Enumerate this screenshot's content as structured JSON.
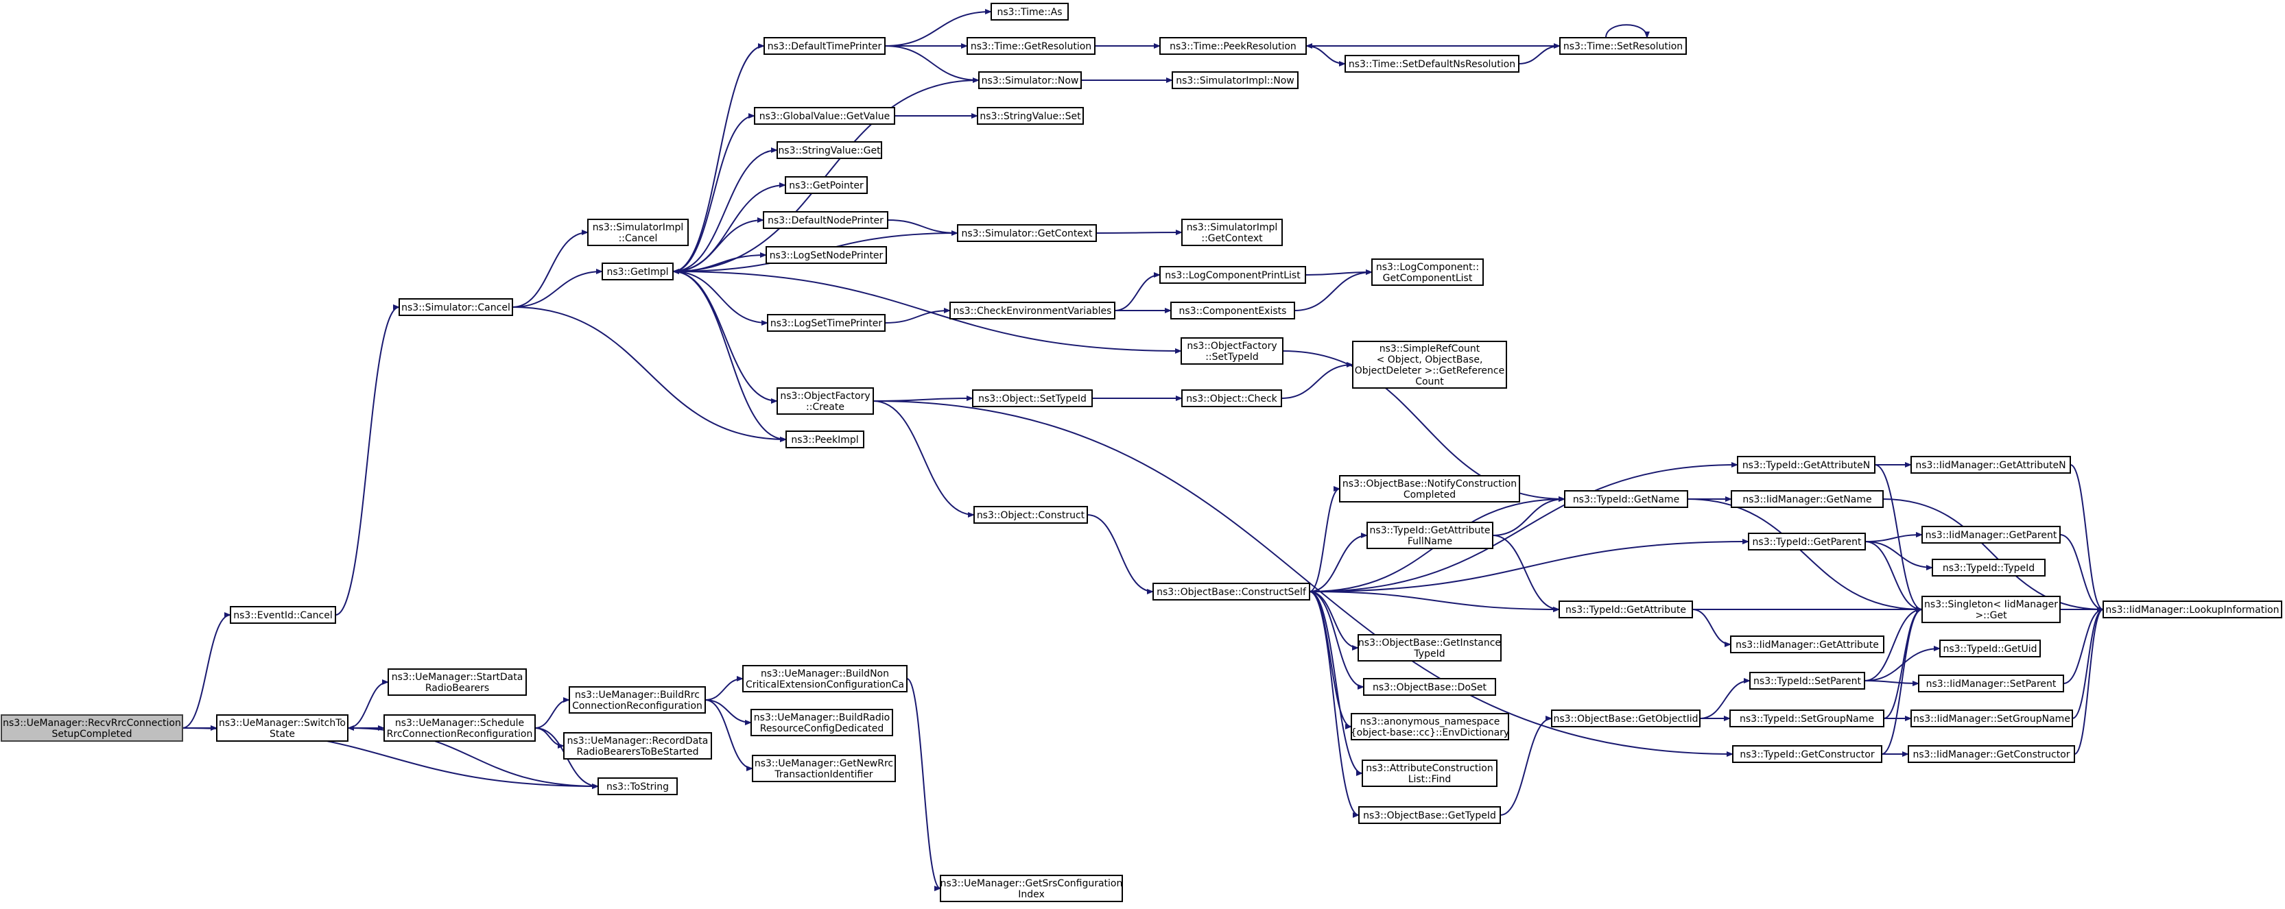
{
  "nodes": [
    {
      "id": "root",
      "lines": [
        "ns3::UeManager::RecvRrcConnection",
        "SetupCompleted"
      ]
    },
    {
      "id": "switchto",
      "lines": [
        "ns3::UeManager::SwitchTo",
        "State"
      ]
    },
    {
      "id": "eventid",
      "lines": [
        "ns3::EventId::Cancel"
      ]
    },
    {
      "id": "startdata",
      "lines": [
        "ns3::UeManager::StartData",
        "RadioBearers"
      ]
    },
    {
      "id": "schedule",
      "lines": [
        "ns3::UeManager::Schedule",
        "RrcConnectionReconfiguration"
      ]
    },
    {
      "id": "tostring",
      "lines": [
        "ns3::ToString"
      ]
    },
    {
      "id": "buildrrc",
      "lines": [
        "ns3::UeManager::BuildRrc",
        "ConnectionReconfiguration"
      ]
    },
    {
      "id": "recorddata",
      "lines": [
        "ns3::UeManager::RecordData",
        "RadioBearersToBeStarted"
      ]
    },
    {
      "id": "buildnon",
      "lines": [
        "ns3::UeManager::BuildNon",
        "CriticalExtensionConfigurationCa"
      ]
    },
    {
      "id": "buildradio",
      "lines": [
        "ns3::UeManager::BuildRadio",
        "ResourceConfigDedicated"
      ]
    },
    {
      "id": "getnewrrc",
      "lines": [
        "ns3::UeManager::GetNewRrc",
        "TransactionIdentifier"
      ]
    },
    {
      "id": "getsrs",
      "lines": [
        "ns3::UeManager::GetSrsConfiguration",
        "Index"
      ]
    },
    {
      "id": "simcancel",
      "lines": [
        "ns3::Simulator::Cancel"
      ]
    },
    {
      "id": "simimplcancel",
      "lines": [
        "ns3::SimulatorImpl",
        "::Cancel"
      ]
    },
    {
      "id": "getimpl",
      "lines": [
        "ns3::GetImpl"
      ]
    },
    {
      "id": "peekimpl",
      "lines": [
        "ns3::PeekImpl"
      ]
    },
    {
      "id": "defaulttimeprinter",
      "lines": [
        "ns3::DefaultTimePrinter"
      ]
    },
    {
      "id": "globalvalue",
      "lines": [
        "ns3::GlobalValue::GetValue"
      ]
    },
    {
      "id": "stringvalueget",
      "lines": [
        "ns3::StringValue::Get"
      ]
    },
    {
      "id": "getpointer",
      "lines": [
        "ns3::GetPointer"
      ]
    },
    {
      "id": "defaultnodeprinter",
      "lines": [
        "ns3::DefaultNodePrinter"
      ]
    },
    {
      "id": "logsetnodeprinter",
      "lines": [
        "ns3::LogSetNodePrinter"
      ]
    },
    {
      "id": "logsettimeprinter",
      "lines": [
        "ns3::LogSetTimePrinter"
      ]
    },
    {
      "id": "objfactcreate",
      "lines": [
        "ns3::ObjectFactory",
        "::Create"
      ]
    },
    {
      "id": "timeas",
      "lines": [
        "ns3::Time::As"
      ]
    },
    {
      "id": "timegetres",
      "lines": [
        "ns3::Time::GetResolution"
      ]
    },
    {
      "id": "simnow",
      "lines": [
        "ns3::Simulator::Now"
      ]
    },
    {
      "id": "stringvalueset",
      "lines": [
        "ns3::StringValue::Set"
      ]
    },
    {
      "id": "simgetcontext",
      "lines": [
        "ns3::Simulator::GetContext"
      ]
    },
    {
      "id": "checkenv",
      "lines": [
        "ns3::CheckEnvironmentVariables"
      ]
    },
    {
      "id": "objsettypeid",
      "lines": [
        "ns3::Object::SetTypeId"
      ]
    },
    {
      "id": "objconstruct",
      "lines": [
        "ns3::Object::Construct"
      ]
    },
    {
      "id": "timepeekres",
      "lines": [
        "ns3::Time::PeekResolution"
      ]
    },
    {
      "id": "simimplnow",
      "lines": [
        "ns3::SimulatorImpl::Now"
      ]
    },
    {
      "id": "simimplgetctx",
      "lines": [
        "ns3::SimulatorImpl",
        "::GetContext"
      ]
    },
    {
      "id": "logcompprintlist",
      "lines": [
        "ns3::LogComponentPrintList"
      ]
    },
    {
      "id": "compexists",
      "lines": [
        "ns3::ComponentExists"
      ]
    },
    {
      "id": "objfactsettypeid",
      "lines": [
        "ns3::ObjectFactory",
        "::SetTypeId"
      ]
    },
    {
      "id": "objcheck",
      "lines": [
        "ns3::Object::Check"
      ]
    },
    {
      "id": "objbaseconstructself",
      "lines": [
        "ns3::ObjectBase::ConstructSelf"
      ]
    },
    {
      "id": "timesetdefaultns",
      "lines": [
        "ns3::Time::SetDefaultNsResolution"
      ]
    },
    {
      "id": "timesetres",
      "lines": [
        "ns3::Time::SetResolution"
      ]
    },
    {
      "id": "logcompgetlist",
      "lines": [
        "ns3::LogComponent::",
        "GetComponentList"
      ]
    },
    {
      "id": "simplerefcount",
      "lines": [
        "ns3::SimpleRefCount",
        "< Object, ObjectBase,",
        "ObjectDeleter >::GetReference",
        "Count"
      ]
    },
    {
      "id": "notifyconstruction",
      "lines": [
        "ns3::ObjectBase::NotifyConstruction",
        "Completed"
      ]
    },
    {
      "id": "typeidgetattrfull",
      "lines": [
        "ns3::TypeId::GetAttribute",
        "FullName"
      ]
    },
    {
      "id": "getinstancetypeid",
      "lines": [
        "ns3::ObjectBase::GetInstance",
        "TypeId"
      ]
    },
    {
      "id": "doset",
      "lines": [
        "ns3::ObjectBase::DoSet"
      ]
    },
    {
      "id": "envdictionary",
      "lines": [
        "ns3::anonymous_namespace",
        "{object-base::cc}::EnvDictionary"
      ]
    },
    {
      "id": "attrconstfind",
      "lines": [
        "ns3::AttributeConstruction",
        "List::Find"
      ]
    },
    {
      "id": "objbasegettypeid",
      "lines": [
        "ns3::ObjectBase::GetTypeId"
      ]
    },
    {
      "id": "typeidgetname",
      "lines": [
        "ns3::TypeId::GetName"
      ]
    },
    {
      "id": "typeidgetattribute",
      "lines": [
        "ns3::TypeId::GetAttribute"
      ]
    },
    {
      "id": "objbasegetobjectiid",
      "lines": [
        "ns3::ObjectBase::GetObjectIid"
      ]
    },
    {
      "id": "typeidgetattrn",
      "lines": [
        "ns3::TypeId::GetAttributeN"
      ]
    },
    {
      "id": "typeidgetparent",
      "lines": [
        "ns3::TypeId::GetParent"
      ]
    },
    {
      "id": "typeidsetparent",
      "lines": [
        "ns3::TypeId::SetParent"
      ]
    },
    {
      "id": "typeidsetgroupname",
      "lines": [
        "ns3::TypeId::SetGroupName"
      ]
    },
    {
      "id": "typeidgetconstructor",
      "lines": [
        "ns3::TypeId::GetConstructor"
      ]
    },
    {
      "id": "iidgetname",
      "lines": [
        "ns3::IidManager::GetName"
      ]
    },
    {
      "id": "iidgetattribute",
      "lines": [
        "ns3::IidManager::GetAttribute"
      ]
    },
    {
      "id": "iidgetattrn",
      "lines": [
        "ns3::IidManager::GetAttributeN"
      ]
    },
    {
      "id": "iidgetparent",
      "lines": [
        "ns3::IidManager::GetParent"
      ]
    },
    {
      "id": "typeidtypeid",
      "lines": [
        "ns3::TypeId::TypeId"
      ]
    },
    {
      "id": "singletonget",
      "lines": [
        "ns3::Singleton< IidManager",
        ">::Get"
      ]
    },
    {
      "id": "typeidgetuid",
      "lines": [
        "ns3::TypeId::GetUid"
      ]
    },
    {
      "id": "iidsetparent",
      "lines": [
        "ns3::IidManager::SetParent"
      ]
    },
    {
      "id": "iidsetgroupname",
      "lines": [
        "ns3::IidManager::SetGroupName"
      ]
    },
    {
      "id": "iidgetconstructor",
      "lines": [
        "ns3::IidManager::GetConstructor"
      ]
    },
    {
      "id": "iidlookup",
      "lines": [
        "ns3::IidManager::LookupInformation"
      ]
    }
  ]
}
